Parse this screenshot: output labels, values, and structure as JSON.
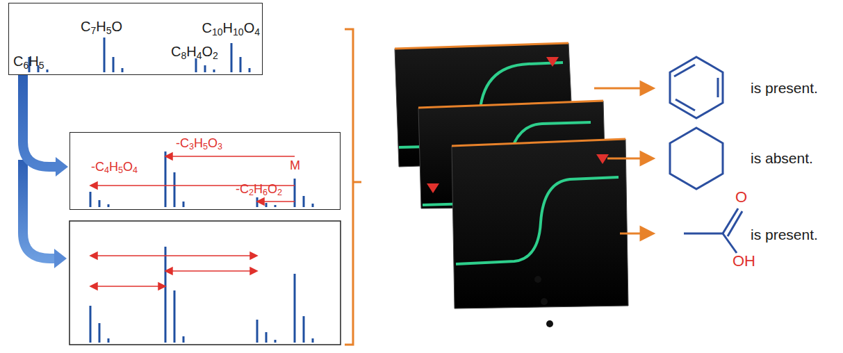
{
  "diagram": {
    "nodes": [
      {
        "text": [
          "C6H5",
          "C7H5O",
          "C8H4O2",
          "C10H10O4"
        ]
      },
      {
        "text": [
          "-C3H5O3",
          "-C4H5O4",
          "-C2H6O2",
          "M"
        ]
      }
    ],
    "edges": [
      {
        "from": 0,
        "to": 1,
        "arrow": "to"
      }
    ],
    "labels": [
      "is present.",
      "is absent.",
      "is present.",
      "O",
      "OH"
    ]
  }
}
